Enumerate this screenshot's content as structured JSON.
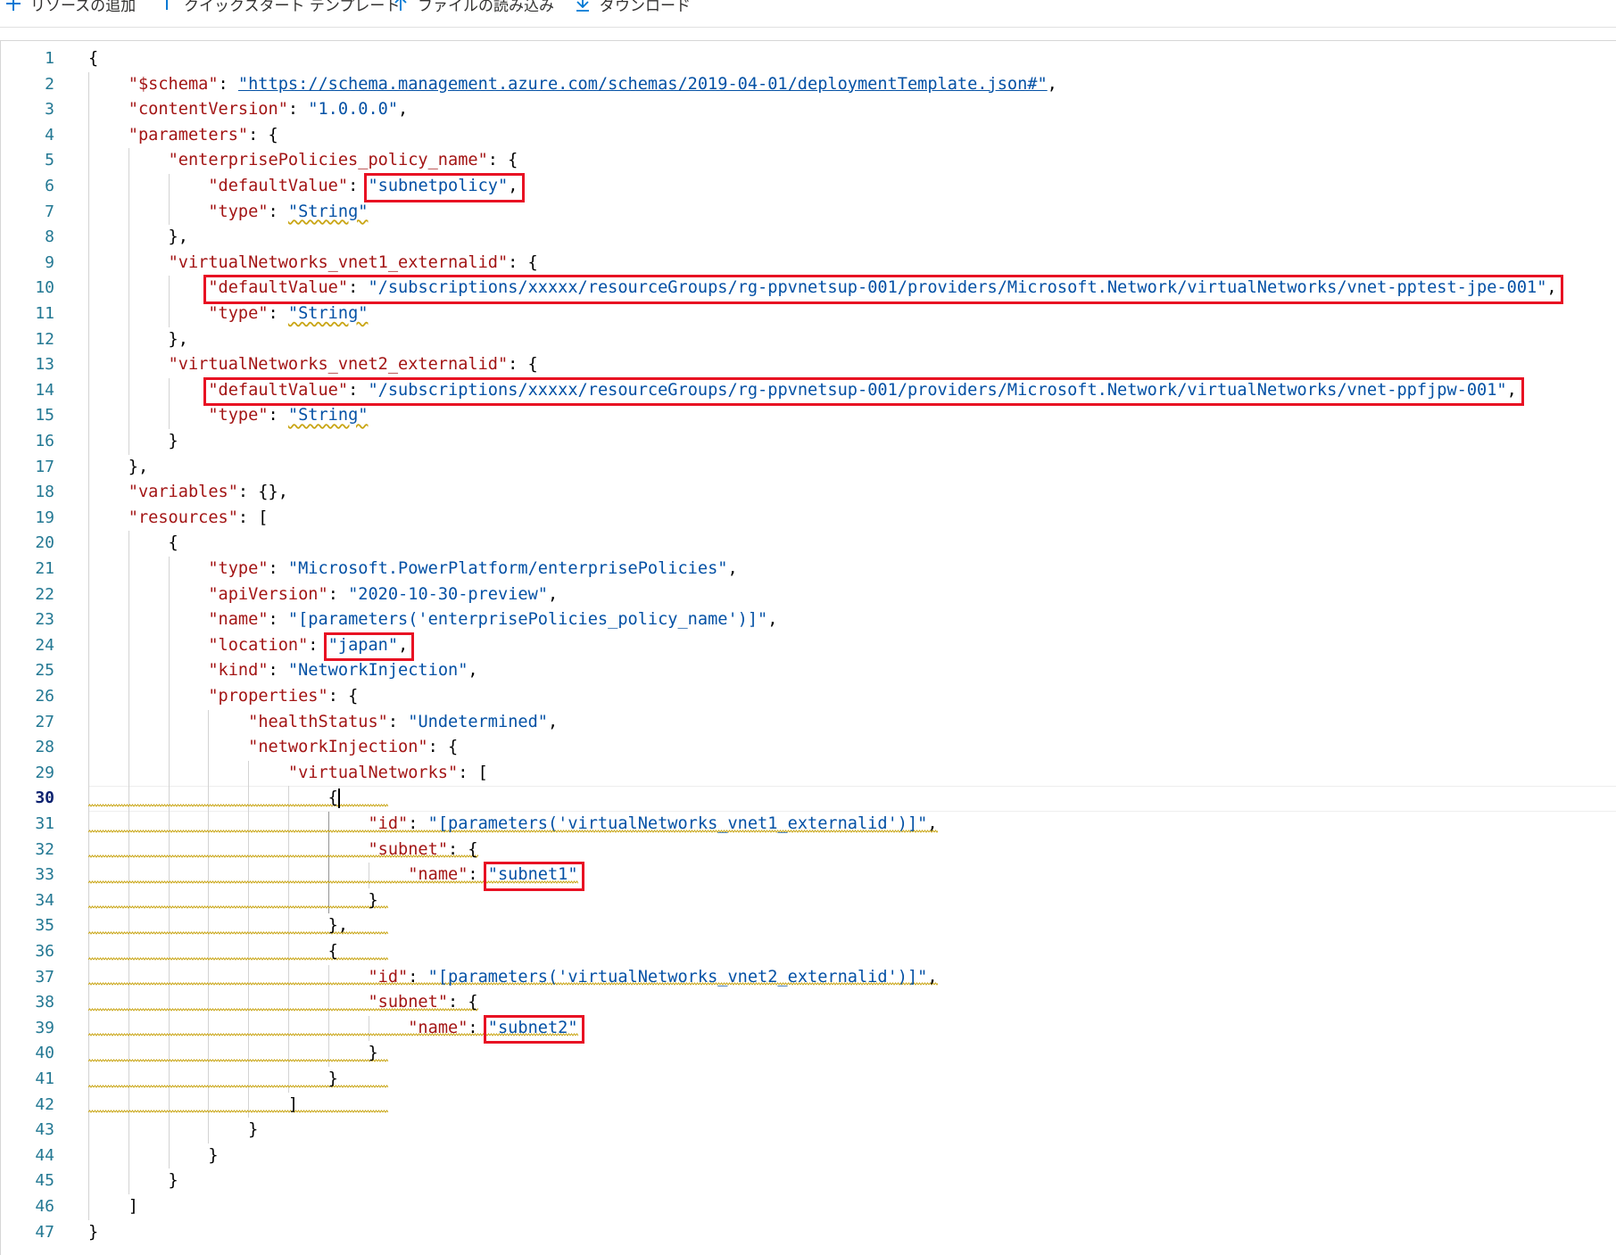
{
  "toolbar": {
    "items": [
      {
        "label": "リソースの追加",
        "icon": "plus-icon"
      },
      {
        "label": "クイックスタート テンプレート",
        "icon": "quickstart-icon"
      },
      {
        "label": "ファイルの読み込み",
        "icon": "upload-icon"
      },
      {
        "label": "ダウンロード",
        "icon": "download-icon"
      }
    ]
  },
  "editor": {
    "active_line": 30,
    "lines": [
      "{",
      "    \"$schema\": \"https://schema.management.azure.com/schemas/2019-04-01/deploymentTemplate.json#\",",
      "    \"contentVersion\": \"1.0.0.0\",",
      "    \"parameters\": {",
      "        \"enterprisePolicies_policy_name\": {",
      "            \"defaultValue\": \"subnetpolicy\",",
      "            \"type\": \"String\"",
      "        },",
      "        \"virtualNetworks_vnet1_externalid\": {",
      "            \"defaultValue\": \"/subscriptions/xxxxx/resourceGroups/rg-ppvnetsup-001/providers/Microsoft.Network/virtualNetworks/vnet-pptest-jpe-001\",",
      "            \"type\": \"String\"",
      "        },",
      "        \"virtualNetworks_vnet2_externalid\": {",
      "            \"defaultValue\": \"/subscriptions/xxxxx/resourceGroups/rg-ppvnetsup-001/providers/Microsoft.Network/virtualNetworks/vnet-ppfjpw-001\",",
      "            \"type\": \"String\"",
      "        }",
      "    },",
      "    \"variables\": {},",
      "    \"resources\": [",
      "        {",
      "            \"type\": \"Microsoft.PowerPlatform/enterprisePolicies\",",
      "            \"apiVersion\": \"2020-10-30-preview\",",
      "            \"name\": \"[parameters('enterprisePolicies_policy_name')]\",",
      "            \"location\": \"japan\",",
      "            \"kind\": \"NetworkInjection\",",
      "            \"properties\": {",
      "                \"healthStatus\": \"Undetermined\",",
      "                \"networkInjection\": {",
      "                    \"virtualNetworks\": [",
      "                        {",
      "                            \"id\": \"[parameters('virtualNetworks_vnet1_externalid')]\",",
      "                            \"subnet\": {",
      "                                \"name\": \"subnet1\"",
      "                            }",
      "                        },",
      "                        {",
      "                            \"id\": \"[parameters('virtualNetworks_vnet2_externalid')]\",",
      "                            \"subnet\": {",
      "                                \"name\": \"subnet2\"",
      "                            }",
      "                        }",
      "                    ]",
      "                }",
      "            }",
      "        }",
      "    ]",
      "}"
    ]
  },
  "colors": {
    "key": "#a31515",
    "string": "#0451a5",
    "line_number": "#237893",
    "highlight_box": "#e81123",
    "squiggle": "#c9a514",
    "accent": "#0078d4"
  }
}
